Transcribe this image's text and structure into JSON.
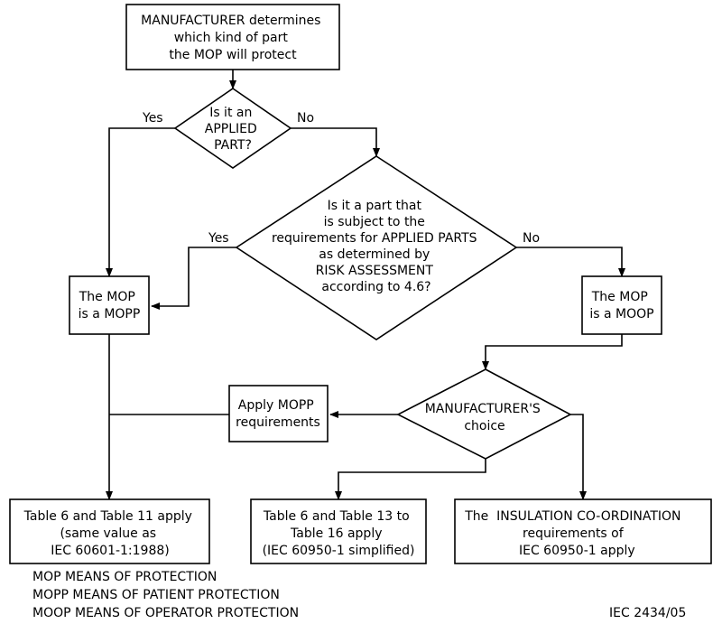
{
  "nodes": {
    "start": [
      "MANUFACTURER determines",
      "which kind of part",
      "the MOP will protect"
    ],
    "decision_applied": [
      "Is it an",
      "APPLIED",
      "PART?"
    ],
    "decision_subject": [
      "Is it a part that",
      "is subject to the",
      "requirements for APPLIED PARTS",
      "as determined by",
      "RISK ASSESSMENT",
      "according to 4.6?"
    ],
    "mopp": [
      "The MOP",
      "is a MOPP"
    ],
    "moop": [
      "The MOP",
      "is a MOOP"
    ],
    "apply_mopp": [
      "Apply MOPP",
      "requirements"
    ],
    "choice": [
      "MANUFACTURER'S",
      "choice"
    ],
    "result_left": [
      "Table 6 and Table 11 apply",
      "(same value as",
      "IEC 60601-1:1988)"
    ],
    "result_mid": [
      "Table 6 and Table 13 to",
      "Table 16 apply",
      "(IEC 60950-1 simplified)"
    ],
    "result_right": [
      "The  INSULATION CO-ORDINATION",
      "requirements of",
      "IEC 60950-1 apply"
    ]
  },
  "edge_labels": {
    "applied_yes": "Yes",
    "applied_no": "No",
    "subject_yes": "Yes",
    "subject_no": "No"
  },
  "legend": [
    "MOP MEANS OF PROTECTION",
    "MOPP MEANS OF PATIENT PROTECTION",
    "MOOP MEANS OF OPERATOR PROTECTION"
  ],
  "figure_id": "IEC  2434/05"
}
